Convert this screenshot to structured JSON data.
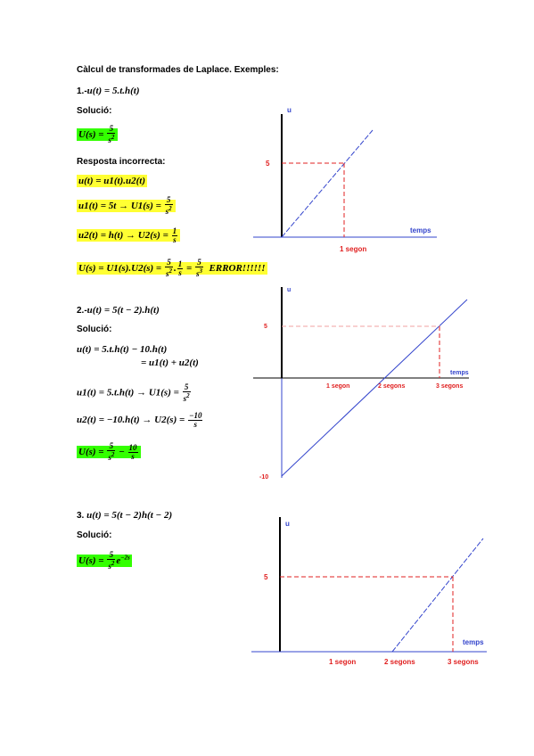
{
  "doc": {
    "title": "Càlcul de transformades de Laplace. Exemples:",
    "solucio": "Solució:",
    "ex1": {
      "heading": "1.-",
      "expr": "u(t) = 5.t.h(t)",
      "answer_lhs": "U(s) =",
      "answer_num": "5",
      "answer_den": "s",
      "answer_den_exp": "2",
      "wrong_label": "Resposta incorrecta:",
      "w1": "u(t) = u1(t).u2(t)",
      "w2_lhs": "u1(t) = 5t →  U1(s) =",
      "w2_num": "5",
      "w2_den": "s",
      "w2_exp": "2",
      "w3_lhs": "u2(t) = h(t) →  U2(s) =",
      "w3_num": "1",
      "w3_den": "s",
      "w4_lhs": "U(s) = U1(s).U2(s) =",
      "w4_f1n": "5",
      "w4_f1d": "s",
      "w4_f1e": "2",
      "w4_sep": ".",
      "w4_f2n": "1",
      "w4_f2d": "s",
      "w4_eq": "=",
      "w4_f3n": "5",
      "w4_f3d": "s",
      "w4_f3e": "3",
      "w4_err": "ERROR!!!!!!",
      "graph": {
        "y_axis": "u",
        "x_axis": "temps",
        "y_tick": "5",
        "x_tick": "1 segon"
      }
    },
    "ex2": {
      "heading": "2.-",
      "expr": "u(t) = 5(t − 2).h(t)",
      "l1": "u(t) = 5.t.h(t) − 10.h(t)",
      "l2": "= u1(t) + u2(t)",
      "l3_lhs": "u1(t) = 5.t.h(t) → U1(s) =",
      "l3_num": "5",
      "l3_den": "s",
      "l3_exp": "2",
      "l4_lhs": "u2(t) = −10.h(t) → U2(s) =",
      "l4_num": "−10",
      "l4_den": "s",
      "ans_lhs": "U(s) =",
      "ans_f1n": "5",
      "ans_f1d": "s",
      "ans_f1e": "2",
      "ans_op": "−",
      "ans_f2n": "10",
      "ans_f2d": "s",
      "graph": {
        "y_axis": "u",
        "x_axis": "temps",
        "y_tick_top": "5",
        "y_tick_bottom": "-10",
        "x_tick_1": "1 segon",
        "x_tick_2": "2 segons",
        "x_tick_3": "3 segons"
      }
    },
    "ex3": {
      "heading": "3.",
      "expr": "u(t) = 5(t − 2)h(t − 2)",
      "ans_lhs": "U(s) =",
      "ans_num": "5",
      "ans_den": "s",
      "ans_exp": "2",
      "ans_tail": "e",
      "ans_tail_exp": "−2s",
      "graph": {
        "y_axis": "u",
        "x_axis": "temps",
        "y_tick": "5",
        "x_tick_1": "1 segon",
        "x_tick_2": "2 segons",
        "x_tick_3": "3 segons"
      }
    }
  },
  "colors": {
    "green": "#33ff00",
    "yellow": "#ffff33",
    "line": "#3344cc",
    "red": "#e02020"
  }
}
